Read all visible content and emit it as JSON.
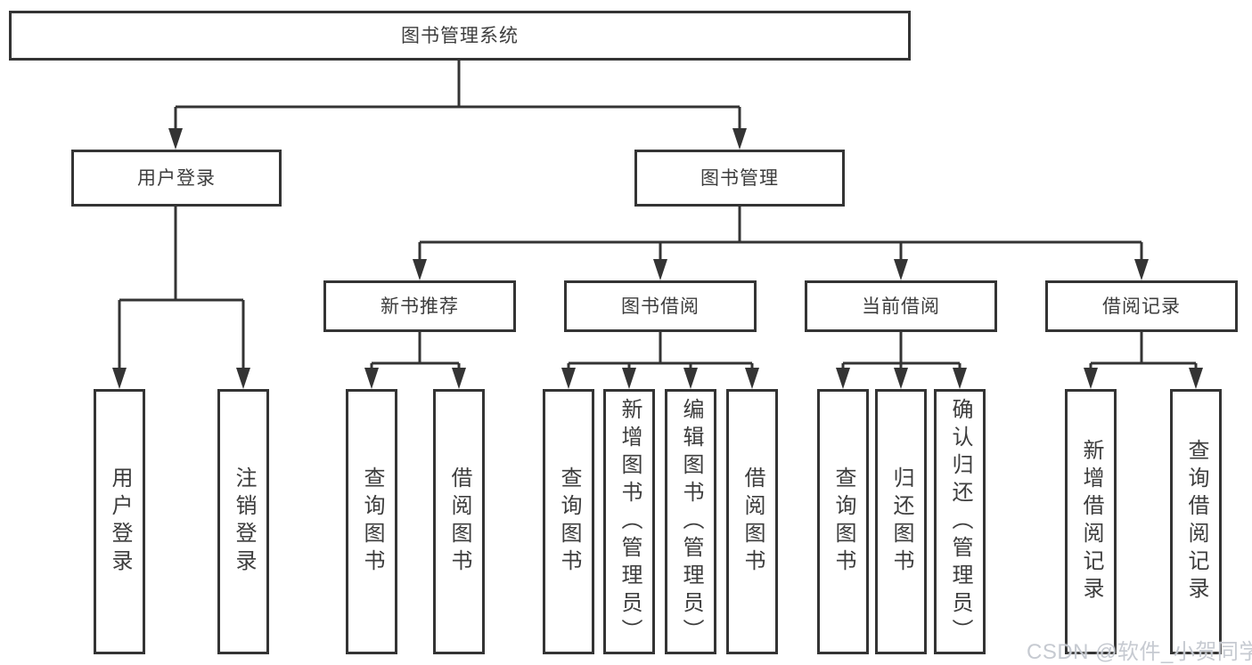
{
  "diagram_title": "图书管理系统",
  "nodes": {
    "root": "图书管理系统",
    "user_login_group": "用户登录",
    "book_management_group": "图书管理",
    "new_book_recommend": "新书推荐",
    "book_borrowing": "图书借阅",
    "current_borrowing": "当前借阅",
    "borrowing_records": "借阅记录",
    "leaf_user_login": "用户登录",
    "leaf_logout": "注销登录",
    "leaf_query_books_recommend": "查询图书",
    "leaf_borrow_books_recommend": "借阅图书",
    "leaf_query_books_borrowing": "查询图书",
    "leaf_add_book_admin": "新增图书（管理员）",
    "leaf_edit_book_admin": "编辑图书（管理员）",
    "leaf_borrow_books_borrowing": "借阅图书",
    "leaf_query_books_current": "查询图书",
    "leaf_return_book": "归还图书",
    "leaf_confirm_return_admin": "确认归还（管理员）",
    "leaf_add_borrow_record": "新增借阅记录",
    "leaf_query_borrow_record": "查询借阅记录"
  },
  "watermark": "CSDN @软件_小贺同学",
  "colors": {
    "line": "#343434",
    "text": "#3d3d3d",
    "background": "#ffffff",
    "watermark": "#c3c7cf"
  }
}
